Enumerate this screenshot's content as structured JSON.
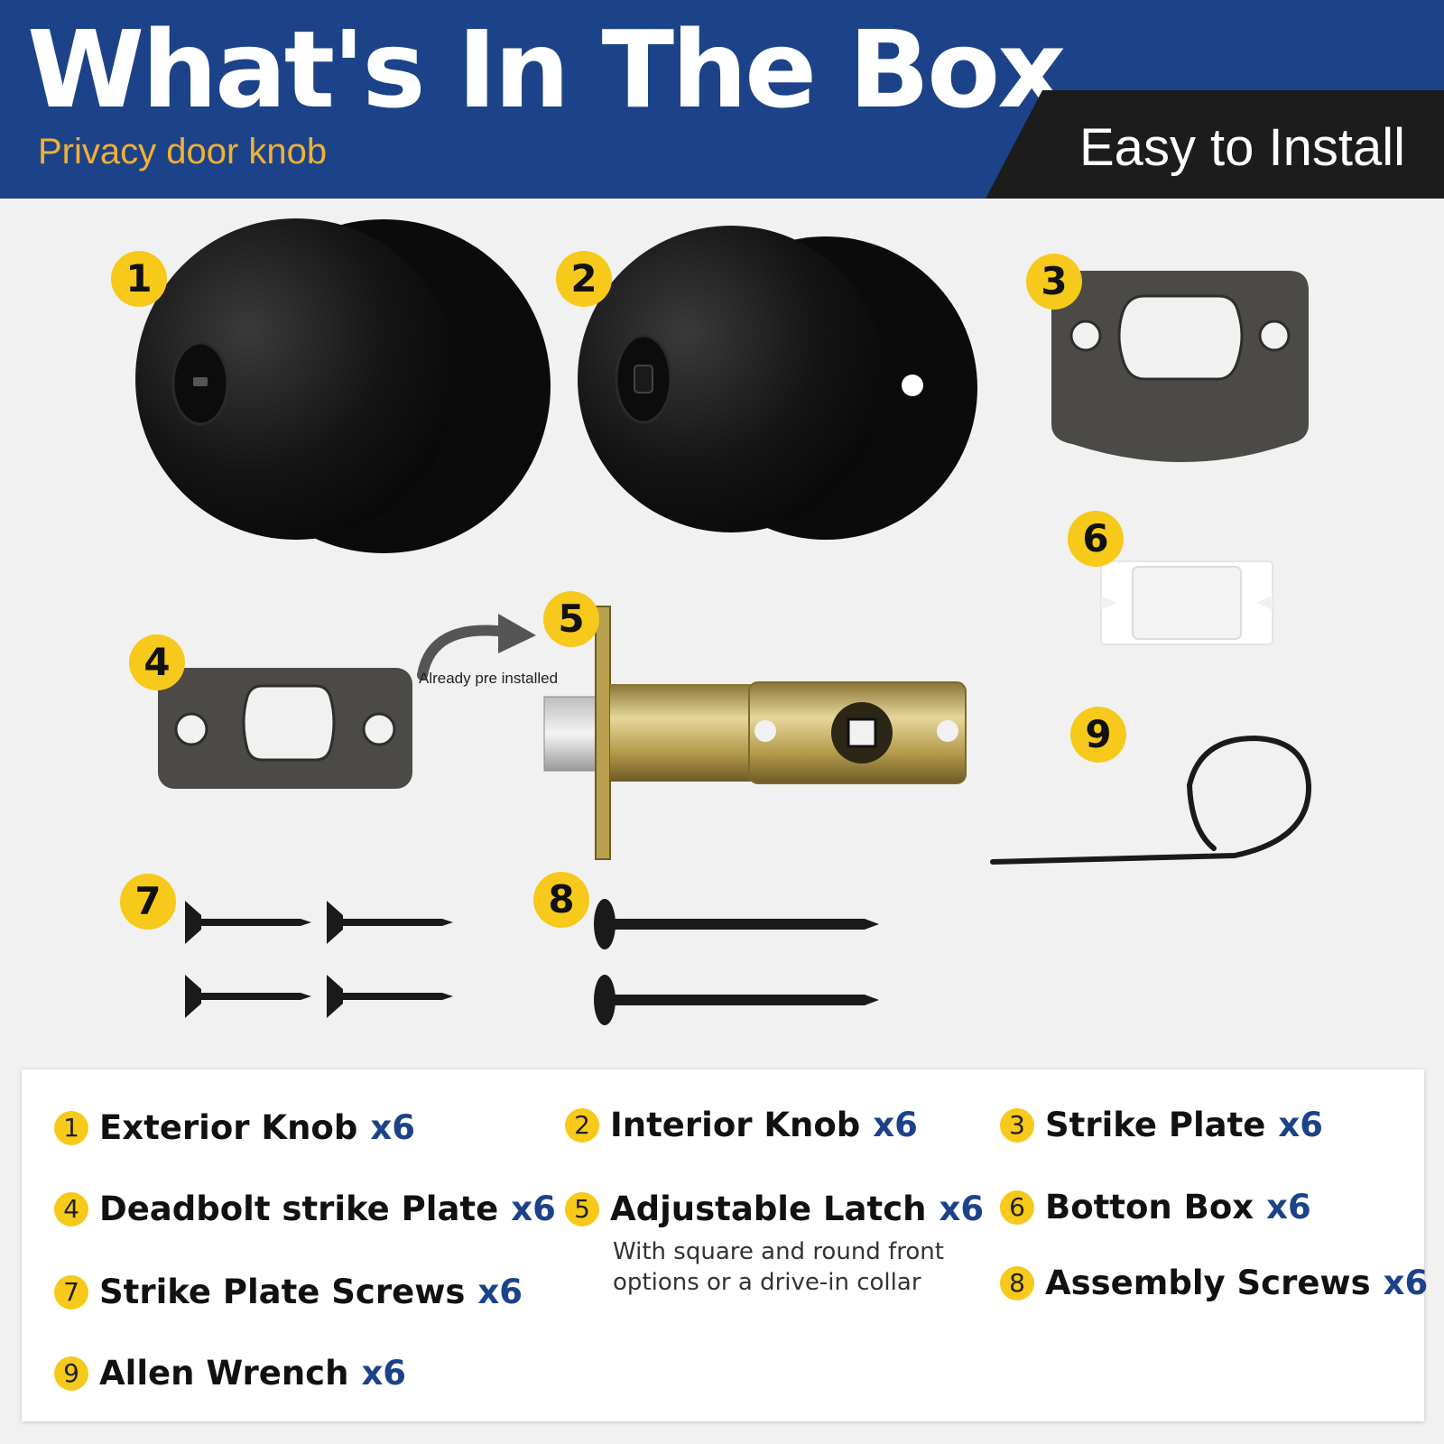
{
  "header": {
    "title": "What's In The Box",
    "subtitle": "Privacy door knob",
    "tag": "Easy to Install",
    "colors": {
      "primary": "#1c4389",
      "accent": "#f2b034",
      "tag_bg": "#1c1c1c",
      "badge": "#f6c91a"
    }
  },
  "diagram": {
    "badges": [
      "1",
      "2",
      "3",
      "4",
      "5",
      "6",
      "7",
      "8",
      "9"
    ],
    "note": "Already pre installed",
    "icons": [
      "exterior-knob",
      "interior-knob",
      "strike-plate",
      "deadbolt-strike-plate",
      "adjustable-latch",
      "button-box",
      "strike-plate-screws",
      "assembly-screws",
      "allen-wrench"
    ]
  },
  "items": [
    {
      "num": "1",
      "name": "Exterior Knob",
      "qty": "x6"
    },
    {
      "num": "2",
      "name": "Interior Knob",
      "qty": "x6"
    },
    {
      "num": "3",
      "name": "Strike Plate",
      "qty": "x6"
    },
    {
      "num": "4",
      "name": "Deadbolt strike Plate",
      "qty": "x6"
    },
    {
      "num": "5",
      "name": "Adjustable Latch",
      "qty": "x6",
      "desc": "With square and round front\noptions or a drive-in collar"
    },
    {
      "num": "6",
      "name": "Botton Box",
      "qty": "x6"
    },
    {
      "num": "7",
      "name": "Strike Plate Screws",
      "qty": "x6"
    },
    {
      "num": "8",
      "name": "Assembly Screws",
      "qty": "x6"
    },
    {
      "num": "9",
      "name": "Allen Wrench",
      "qty": "x6"
    }
  ]
}
